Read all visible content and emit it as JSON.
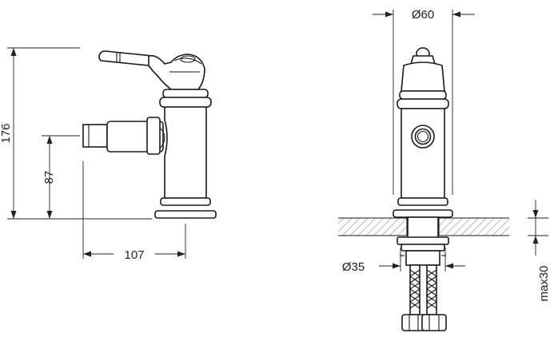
{
  "dimensions": {
    "height_total": "176",
    "height_spout": "87",
    "reach": "107",
    "body_diameter": "Ø60",
    "hole_diameter": "Ø35",
    "max_deck": "max30"
  }
}
